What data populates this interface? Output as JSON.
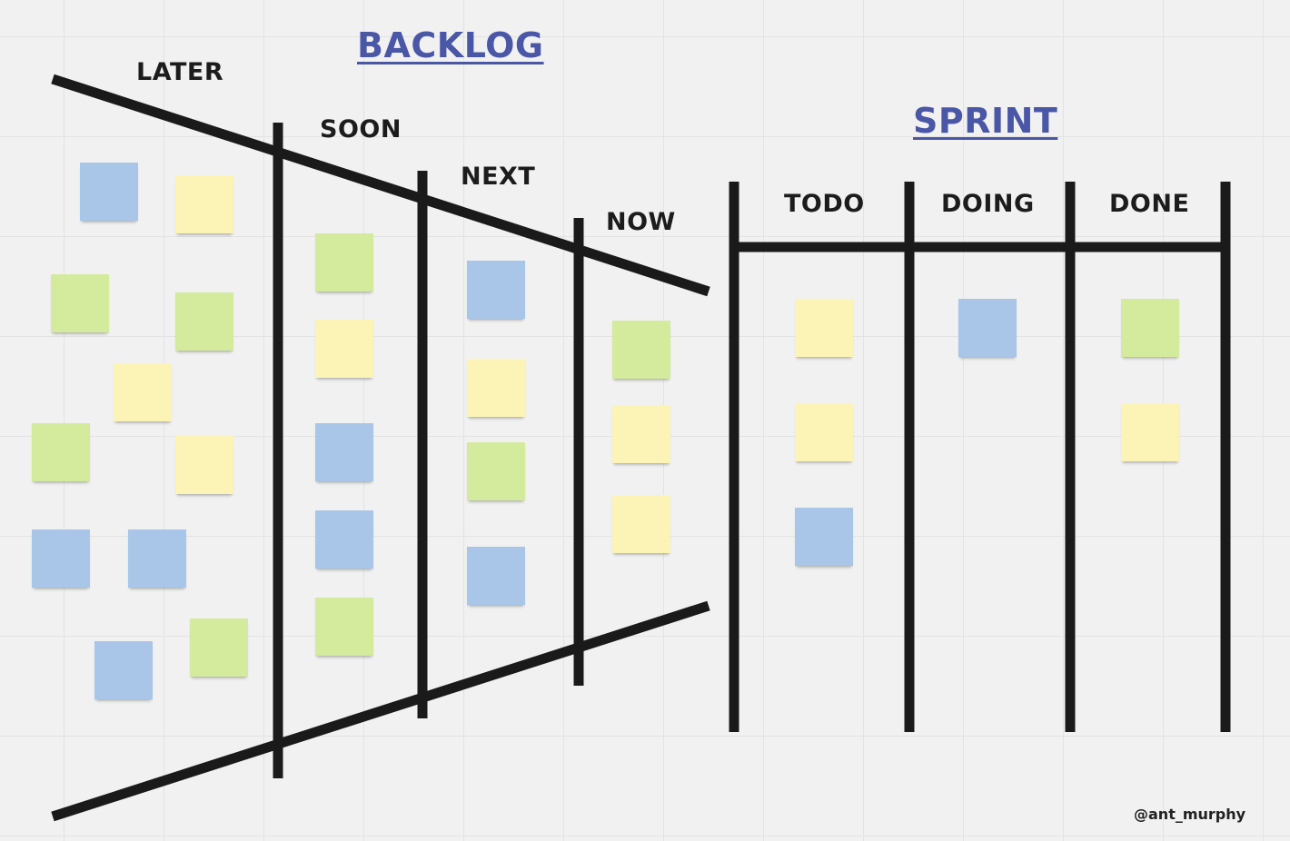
{
  "titles": {
    "backlog": "BACKLOG",
    "sprint": "SPRINT"
  },
  "backlog_stages": {
    "later": "LATER",
    "soon": "SOON",
    "next": "NEXT",
    "now": "NOW"
  },
  "sprint_columns": {
    "todo": "TODO",
    "doing": "DOING",
    "done": "DONE"
  },
  "credit": "@ant_murphy",
  "colors": {
    "background": "#f1f1f1",
    "lines": "#1a1a1a",
    "heading": "#4a56a6",
    "note_blue": "#a9c6e8",
    "note_yellow": "#fcf4b7",
    "note_green": "#d4ea9d"
  },
  "sticky_notes": {
    "later": [
      "blue",
      "yellow",
      "green",
      "green",
      "yellow",
      "green",
      "yellow",
      "blue",
      "blue",
      "blue",
      "green"
    ],
    "soon": [
      "green",
      "yellow",
      "blue",
      "blue",
      "green"
    ],
    "next": [
      "blue",
      "yellow",
      "green",
      "blue"
    ],
    "now": [
      "green",
      "yellow",
      "yellow"
    ],
    "todo": [
      "yellow",
      "yellow",
      "blue"
    ],
    "doing": [
      "blue"
    ],
    "done": [
      "green",
      "yellow"
    ]
  }
}
